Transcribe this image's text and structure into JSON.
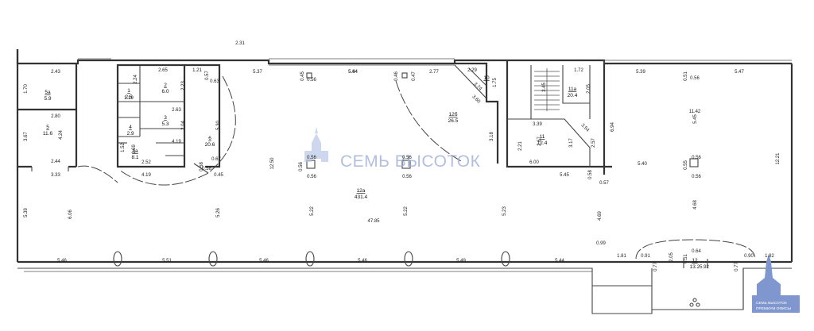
{
  "watermark": {
    "text": "СЕМЬ ВЫСОТОК",
    "color": "#9fb0d6"
  },
  "logo": {
    "text": "СЕМЬ ВЫСОТОК",
    "subtext": "ПРЕМИУМ ОФИСЫ",
    "color": "#7f96cf"
  },
  "rooms": [
    {
      "id": "5a",
      "area": "5.9"
    },
    {
      "id": "5",
      "area": "11.6"
    },
    {
      "id": "1",
      "area": "2.5"
    },
    {
      "id": "2",
      "area": "6.0"
    },
    {
      "id": "3",
      "area": "5.3"
    },
    {
      "id": "4",
      "area": "2.9"
    },
    {
      "id": "4a",
      "area": "8.1"
    },
    {
      "id": "6",
      "area": "20.6"
    },
    {
      "id": "12a",
      "area": "431.4"
    },
    {
      "id": "12б",
      "area": "26.5"
    },
    {
      "id": "10",
      "area": ""
    },
    {
      "id": "11",
      "area": "12.4"
    },
    {
      "id": "11a",
      "area": "20.4"
    },
    {
      "id": "12",
      "area": "13.2"
    }
  ],
  "dimensions": [
    "2.43",
    "1.70",
    "2.80",
    "3.67",
    "4.24",
    "2.44",
    "3.33",
    "5.39",
    "6.06",
    "2.24",
    "1.19",
    "1.52",
    "1.69",
    "2.65",
    "2.23",
    "2.63",
    "2.04",
    "4.19",
    "2.52",
    "4.19",
    "0.58",
    "0.58",
    "0.45",
    "0.67",
    "1.21",
    "0.57",
    "0.63",
    "5.30",
    "5.26",
    "2.31",
    "5.37",
    "0.45",
    "0.56",
    "5.44",
    "12.50",
    "0.56",
    "0.56",
    "0.56",
    "5.22",
    "5.64",
    "0.46",
    "0.47",
    "2.77",
    "0.56",
    "0.56",
    "5.22",
    "5.23",
    "2.29",
    "1.75",
    "3.74",
    "3.60",
    "3.18",
    "3.39",
    "2.21",
    "2.67",
    "3.17",
    "3.54",
    "6.00",
    "5.45",
    "0.58",
    "3.45",
    "1.72",
    "2.05",
    "2.57",
    "6.94",
    "5.39",
    "0.51",
    "0.56",
    "5.47",
    "5.45",
    "11.42",
    "0.56",
    "0.55",
    "0.56",
    "5.40",
    "12.21",
    "4.68",
    "4.69",
    "0.57",
    "0.99",
    "1.81",
    "0.91",
    "2.05",
    "0.64",
    "0.51",
    "0.90",
    "1.82",
    "0.77",
    "0.77",
    "5.92",
    "47.85",
    "5.46",
    "5.51",
    "5.46",
    "5.46",
    "5.49",
    "5.44"
  ]
}
